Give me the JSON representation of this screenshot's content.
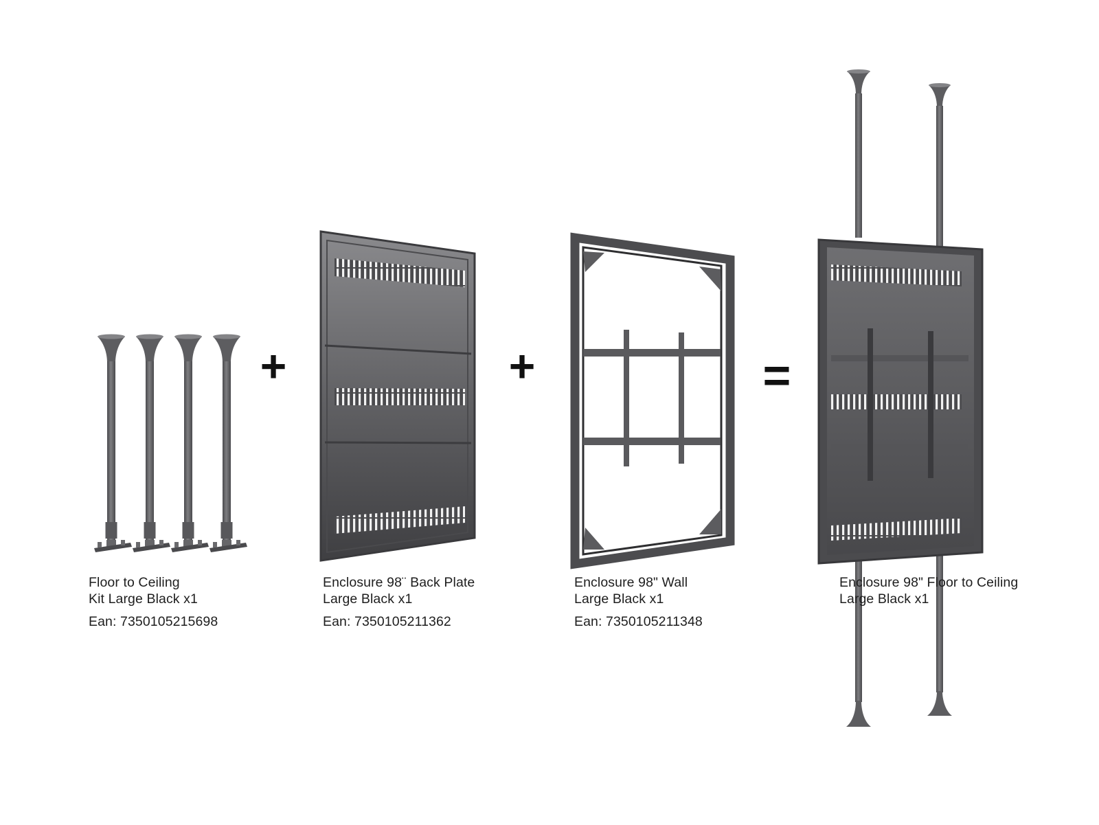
{
  "colors": {
    "metal_dark": "#3c3c3e",
    "metal_mid": "#5a5a5d",
    "metal_light": "#7d7d80",
    "operator": "#111111",
    "text": "#1e1e1e"
  },
  "operators": {
    "plus_1": "+",
    "plus_2": "+",
    "equals": "="
  },
  "products": [
    {
      "icon": "floor-to-ceiling-poles-icon",
      "line1": "Floor to Ceiling",
      "line2": "Kit Large Black x1",
      "ean": "Ean: 7350105215698"
    },
    {
      "icon": "back-plate-icon",
      "line1": "Enclosure 98¨ Back Plate",
      "line2": "Large Black x1",
      "ean": "Ean: 7350105211362"
    },
    {
      "icon": "wall-frame-icon",
      "line1": "Enclosure 98\" Wall",
      "line2": "Large Black x1",
      "ean": "Ean: 7350105211348"
    },
    {
      "icon": "assembled-enclosure-icon",
      "line1": "Enclosure 98\" Floor to Ceiling",
      "line2": "Large Black x1"
    }
  ]
}
